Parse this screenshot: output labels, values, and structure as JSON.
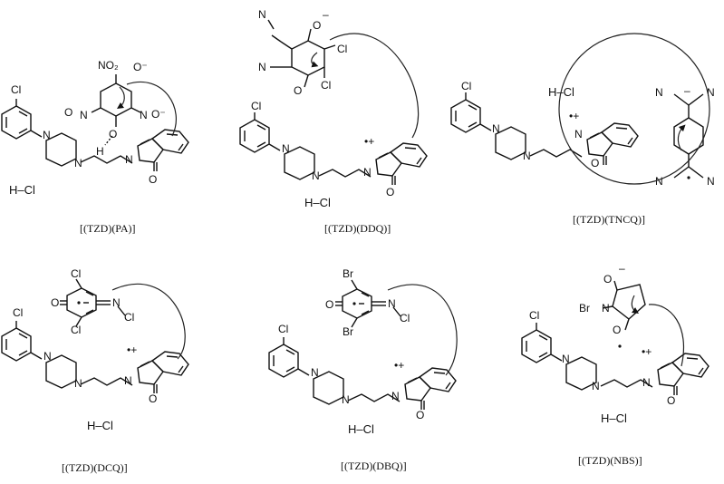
{
  "figure": {
    "background": "#ffffff",
    "ink": "#111111",
    "panels": [
      {
        "caption": "[(TZD)(PA)]",
        "hcl": "H–Cl",
        "acceptor_labels": {
          "no2_top": "NO₂",
          "no2_top_charge": "–",
          "o_minus": "O⁻",
          "n_left": "N",
          "o_left": "O",
          "n_right": "N",
          "o_right": "O⁻",
          "oh": "O",
          "h": "H"
        }
      },
      {
        "caption": "[(TZD)(DDQ)]",
        "hcl": "H–Cl",
        "acceptor_labels": {
          "n1": "N",
          "n2": "N",
          "o": "O",
          "cl1": "Cl",
          "cl2": "Cl",
          "o_dot": "O"
        }
      },
      {
        "caption": "[(TZD)(TNCQ)]",
        "hcl": "H–Cl",
        "acceptor_labels": {
          "n1": "N",
          "n2": "N",
          "n3": "N",
          "n4": "N"
        }
      },
      {
        "caption": "[(TZD)(DCQ)]",
        "hcl": "H–Cl",
        "acceptor_labels": {
          "x1": "Cl",
          "x2": "Cl",
          "o": "O",
          "n": "N",
          "ncl": "Cl"
        }
      },
      {
        "caption": "[(TZD)(DBQ)]",
        "hcl": "H–Cl",
        "acceptor_labels": {
          "x1": "Br",
          "x2": "Br",
          "o": "O",
          "n": "N",
          "ncl": "Cl"
        }
      },
      {
        "caption": "[(TZD)(NBS)]",
        "hcl": "H–Cl",
        "acceptor_labels": {
          "o1": "O",
          "br": "Br",
          "n": "N",
          "o2": "O"
        }
      }
    ],
    "donor_labels": {
      "cl": "Cl",
      "n": "N",
      "o": "O",
      "radical": "•+"
    }
  }
}
